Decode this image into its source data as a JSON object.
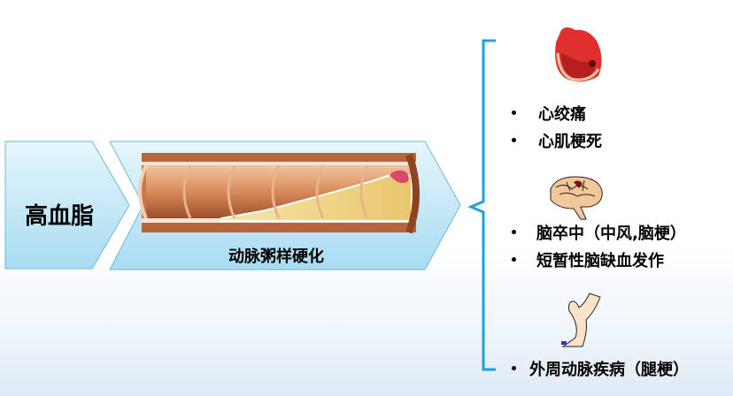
{
  "flow": {
    "step1": "高血脂",
    "step2": "动脉粥样硬化"
  },
  "outcomes": [
    {
      "icon": "heart-icon",
      "items": [
        "心绞痛",
        "心肌梗死"
      ]
    },
    {
      "icon": "brain-icon",
      "items": [
        "脑卒中（中风,脑梗）",
        "短暂性脑缺血发作"
      ]
    },
    {
      "icon": "leg-icon",
      "items": [
        "外周动脉疾病（腿梗）"
      ]
    }
  ],
  "colors": {
    "chevron_fill_top": "#e3f5fc",
    "chevron_fill_bottom": "#a9ddf3",
    "chevron_stroke": "#6fb8d6",
    "brace": "#1aa3e0"
  }
}
